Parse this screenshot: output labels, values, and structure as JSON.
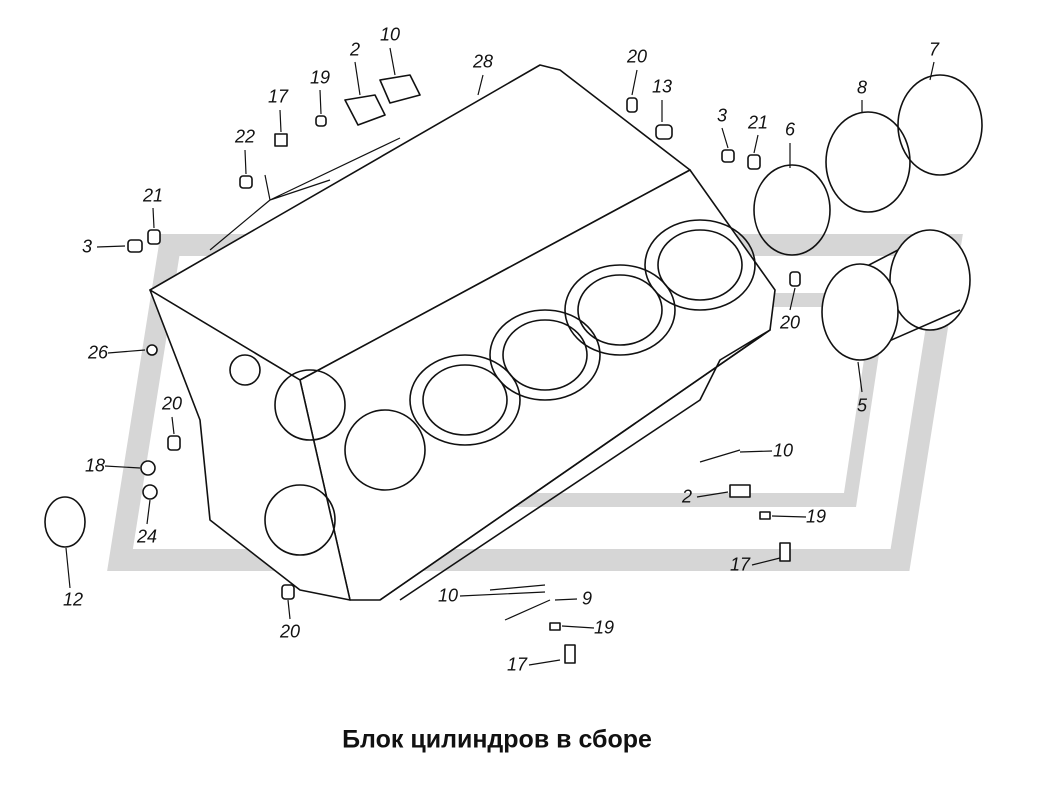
{
  "title": "Блок цилиндров в сборе",
  "callouts": [
    "2",
    "10",
    "28",
    "20",
    "13",
    "7",
    "8",
    "6",
    "3",
    "21",
    "17",
    "19",
    "22",
    "21",
    "3",
    "26",
    "20",
    "18",
    "24",
    "12",
    "20",
    "5",
    "10",
    "2",
    "19",
    "17",
    "10",
    "9",
    "19",
    "17",
    "20"
  ],
  "colors": {
    "line": "#111111",
    "watermark": "#d4d4d4"
  }
}
